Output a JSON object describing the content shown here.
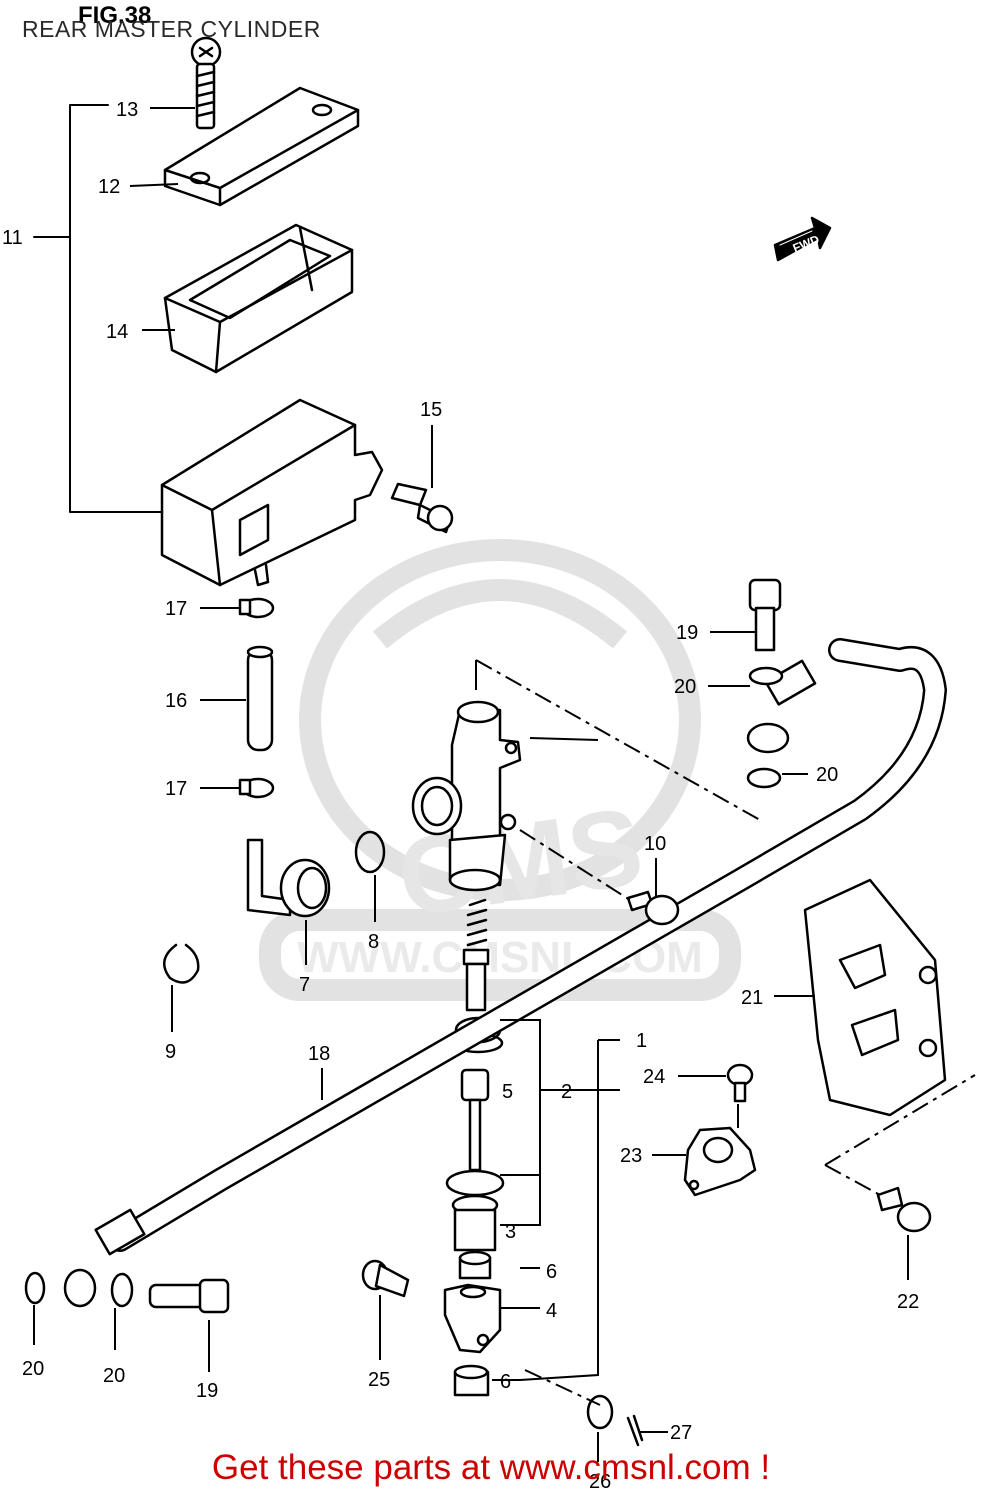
{
  "figure": {
    "title": "FIG.38",
    "subtitle": "REAR MASTER CYLINDER"
  },
  "direction_badge": "FWD",
  "watermark": {
    "logo_text": "CMS",
    "url_text": "WWW.CMSNL.COM"
  },
  "footer_text": "Get these parts at www.cmsnl.com !",
  "callouts": [
    "13",
    "12",
    "11",
    "14",
    "15",
    "17",
    "16",
    "17",
    "19",
    "20",
    "20",
    "10",
    "8",
    "7",
    "9",
    "18",
    "5",
    "2",
    "1",
    "21",
    "24",
    "23",
    "3",
    "6",
    "4",
    "22",
    "20",
    "20",
    "19",
    "25",
    "6",
    "27",
    "26"
  ],
  "colors": {
    "ink": "#000000",
    "footer": "#cc0000",
    "watermark": "#e3e3e3"
  }
}
